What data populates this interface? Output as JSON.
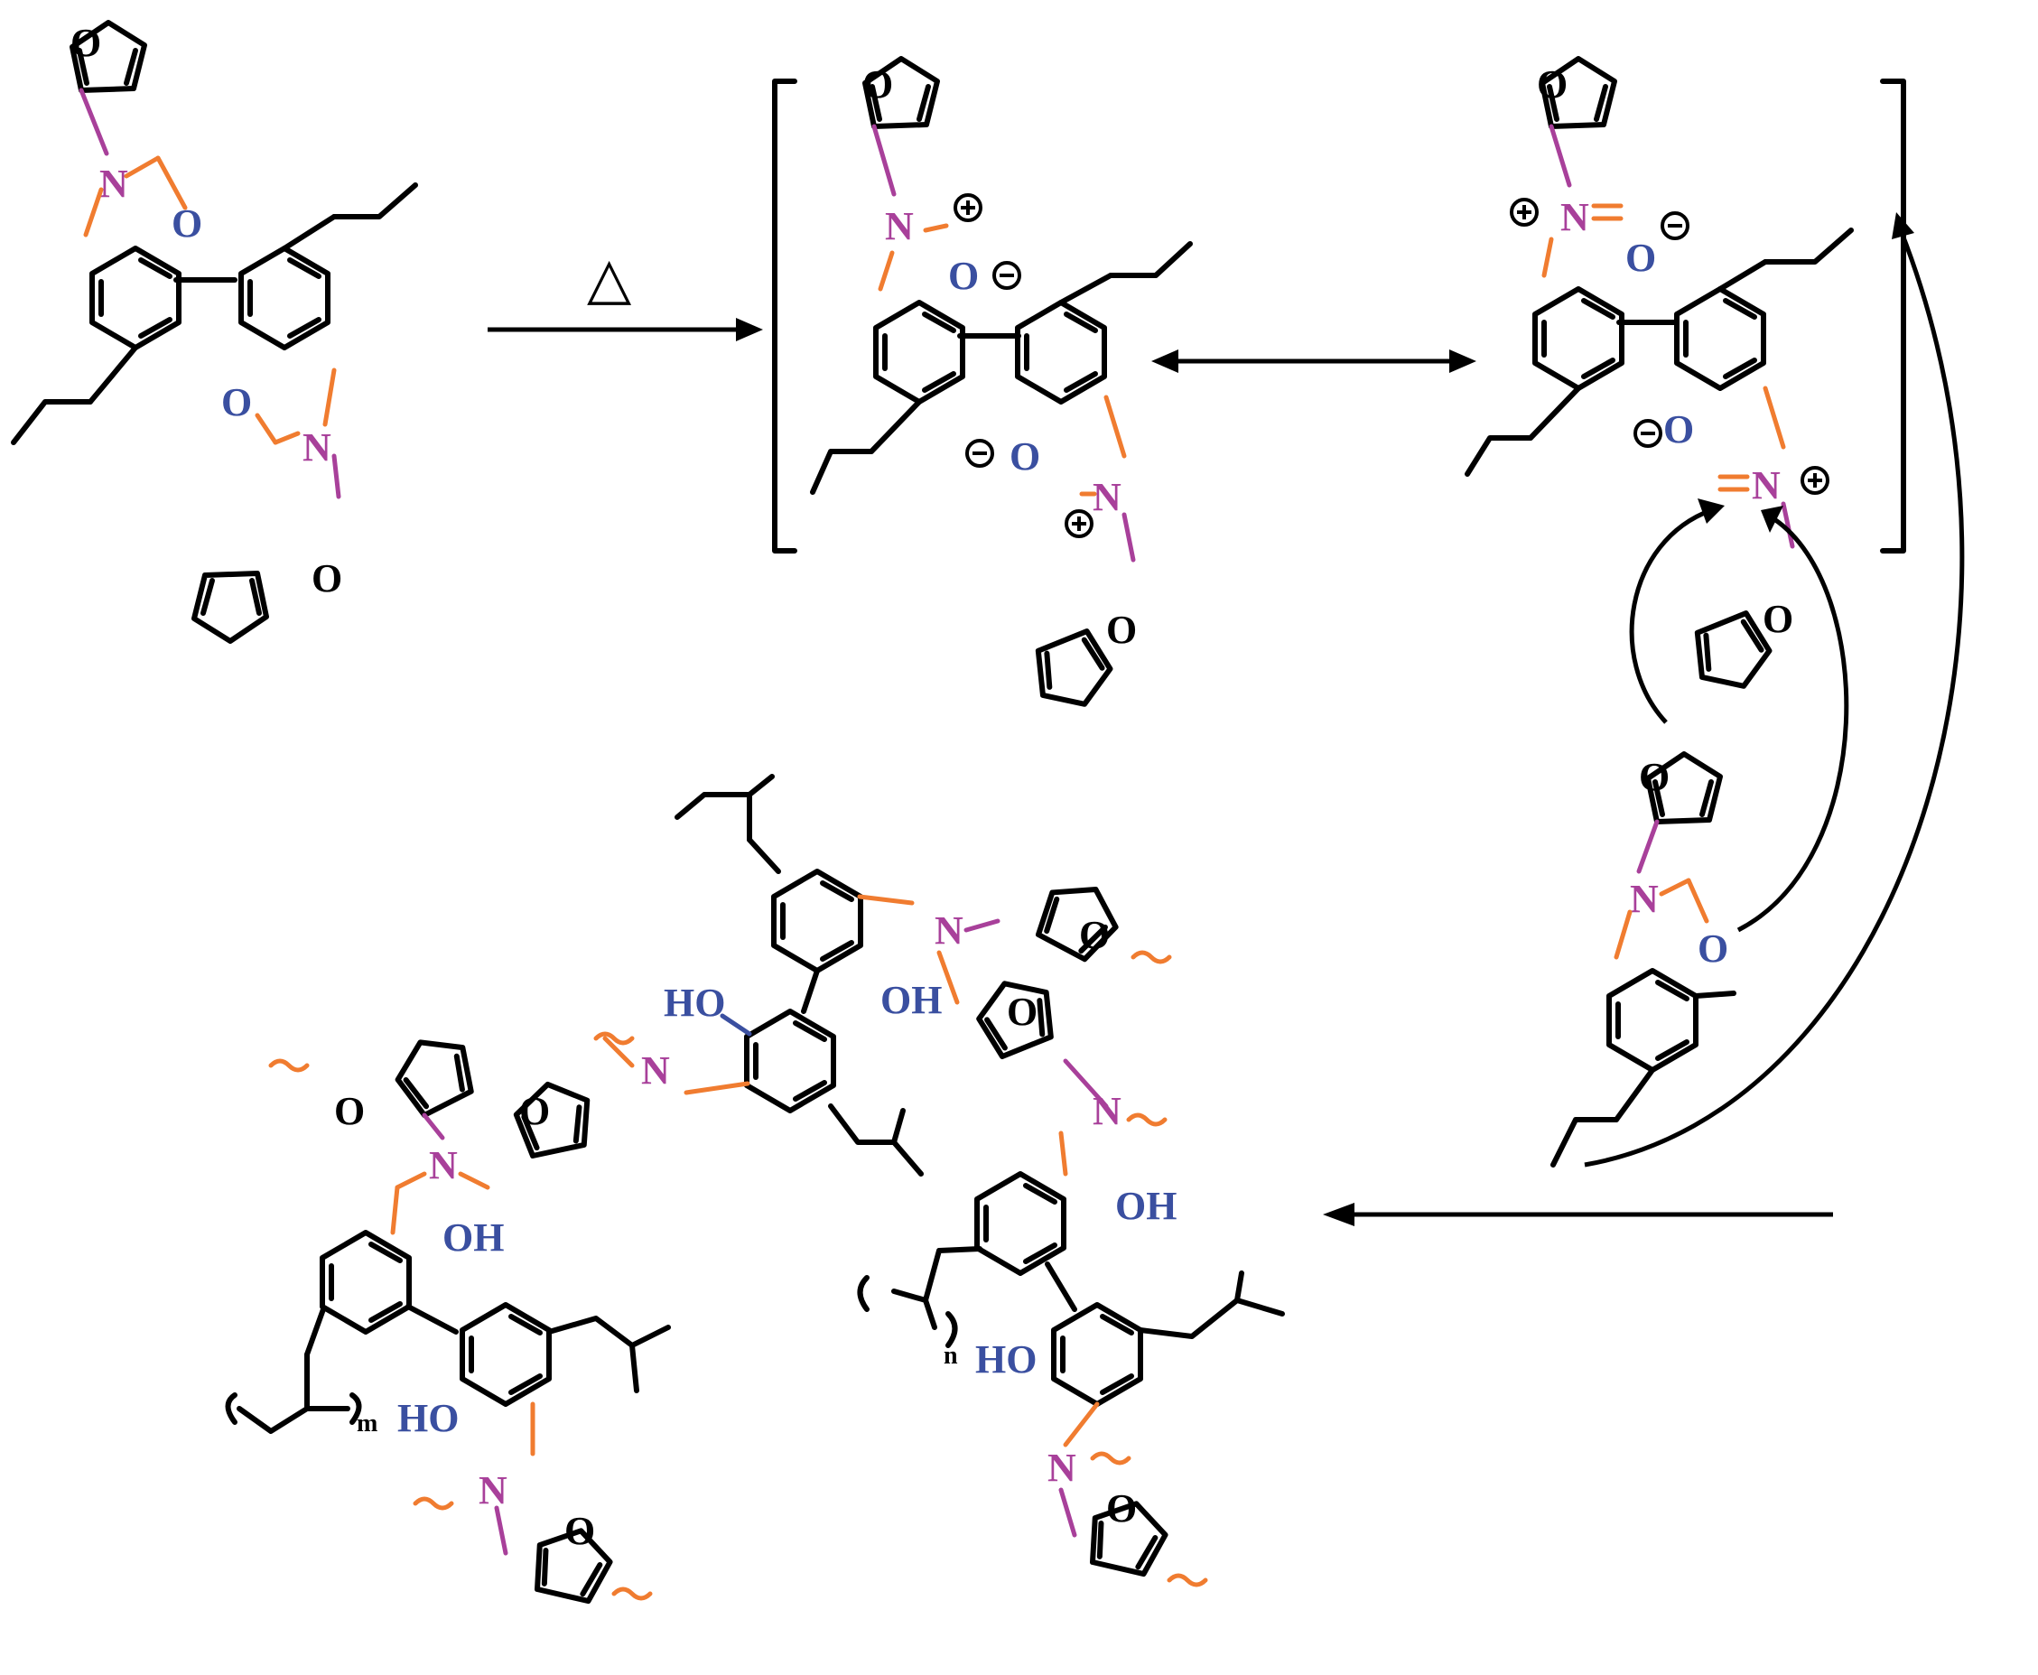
{
  "colors": {
    "bond": "#000000",
    "oxazine_bond": "#f07c30",
    "amine_bond": "#a8409a",
    "oxygen": "#3a4fa0",
    "nitrogen": "#a8409a"
  },
  "labels": {
    "heat_symbol": "△",
    "atom_N": "N",
    "atom_O": "O",
    "hydroxyl": "OH",
    "hydroxyl_left": "HO",
    "charge_plus": "+",
    "charge_minus": "−",
    "repeat_m": "m",
    "repeat_n": "n"
  },
  "icons": {
    "reaction_arrow": "right-arrow-icon",
    "resonance_arrow": "double-headed-arrow-icon",
    "curved_arrow": "curved-arrow-icon",
    "return_arrow": "left-arrow-icon"
  }
}
